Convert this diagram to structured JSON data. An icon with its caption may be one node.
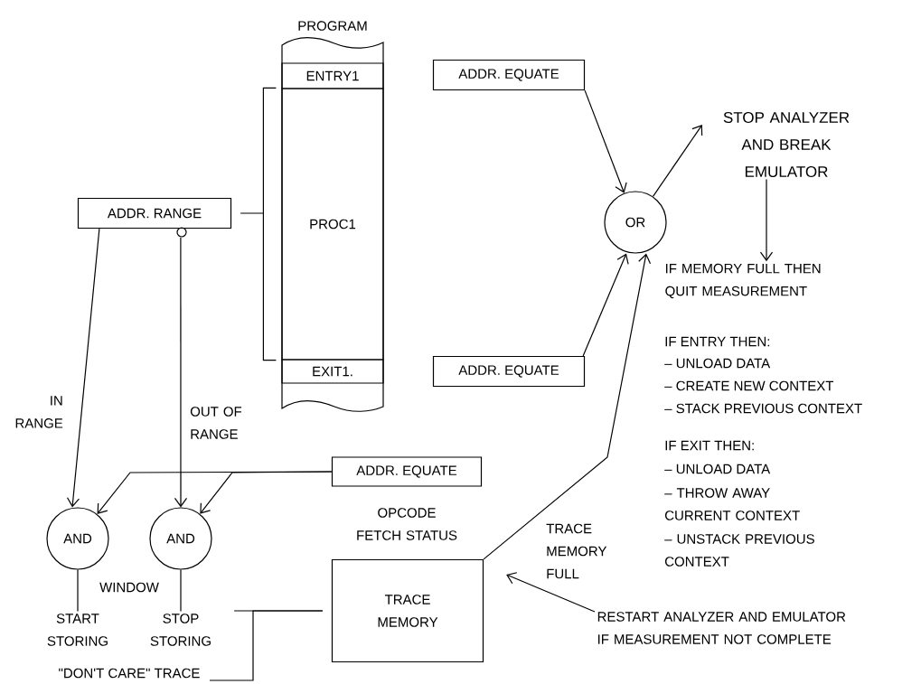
{
  "diagram": {
    "nodes": [
      {
        "text": [
          "PROGRAM"
        ]
      },
      {
        "text": [
          "ENTRY1"
        ],
        "in": 0
      },
      {
        "text": [
          "PROC1"
        ],
        "in": 0
      },
      {
        "text": [
          "EXIT1."
        ],
        "in": 0
      },
      {
        "text": [
          "ADDR. RANGE"
        ]
      },
      {
        "text": [
          "ADDR. EQUATE"
        ]
      },
      {
        "text": [
          "OR"
        ]
      },
      {
        "text": [
          "STOP ANALYZER AND BREAK EMULATOR"
        ]
      },
      {
        "text": [
          "IF MEMORY FULL THEN QUIT MEASUREMENT"
        ]
      },
      {
        "text": [
          "ADDR. EQUATE"
        ]
      },
      {
        "text": [
          "ADDR. EQUATE"
        ]
      },
      {
        "text": [
          "AND"
        ]
      },
      {
        "text": [
          "AND"
        ]
      },
      {
        "text": [
          "START STORING"
        ]
      },
      {
        "text": [
          "STOP STORING"
        ]
      },
      {
        "text": [
          "TRACE MEMORY"
        ]
      },
      {
        "text": [
          "RESTART ANALYZER AND EMULATOR IF MEASUREMENT NOT COMPLETE"
        ]
      },
      {
        "text": [
          "\"DON'T CARE\" TRACE"
        ]
      }
    ],
    "edges": [
      {
        "from": 4,
        "to": 2,
        "arrow": "none"
      },
      {
        "from": 5,
        "to": 6,
        "arrow": "to"
      },
      {
        "from": 6,
        "to": 7,
        "arrow": "to"
      },
      {
        "from": 7,
        "to": 8,
        "arrow": "to"
      },
      {
        "from": 9,
        "to": 6,
        "arrow": "to"
      },
      {
        "from": 4,
        "to": 11,
        "arrow": "to",
        "label": "IN RANGE"
      },
      {
        "from": 4,
        "to": 12,
        "arrow": "to",
        "label": "OUT OF RANGE"
      },
      {
        "from": 10,
        "to": 11,
        "arrow": "to"
      },
      {
        "from": 10,
        "to": 12,
        "arrow": "to"
      },
      {
        "from": 11,
        "to": 13,
        "arrow": "none"
      },
      {
        "from": 12,
        "to": 14,
        "arrow": "none"
      },
      {
        "from": 15,
        "to": 6,
        "arrow": "to",
        "label": "TRACE MEMORY FULL"
      },
      {
        "from": 16,
        "to": 15,
        "arrow": "to"
      },
      {
        "from": 15,
        "to": 14,
        "arrow": "none"
      },
      {
        "from": 15,
        "to": 17,
        "arrow": "none"
      }
    ],
    "labels": [
      "IF ENTRY THEN:",
      "– UNLOAD DATA",
      "– CREATE NEW CONTEXT",
      "– STACK PREVIOUS CONTEXT",
      "IF EXIT THEN:",
      "– UNLOAD DATA",
      "– THROW AWAY CURRENT CONTEXT",
      "– UNSTACK PREVIOUS CONTEXT",
      "OPCODE FETCH STATUS",
      "WINDOW"
    ]
  }
}
